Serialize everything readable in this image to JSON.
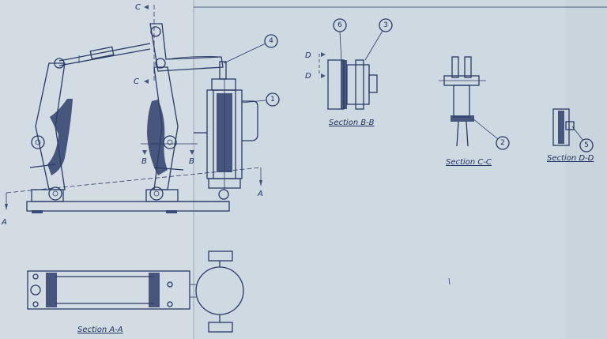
{
  "drawing": {
    "paper_color": "#cfd9e2",
    "line_color": "#2a3a66",
    "section_labels": {
      "aa": "Section A-A",
      "bb": "Section B-B",
      "cc": "Section C-C",
      "dd": "Section D-D"
    },
    "balloons": [
      "1",
      "2",
      "3",
      "4",
      "5",
      "6"
    ],
    "cut_letters": {
      "a_left": "A",
      "a_right": "A",
      "b_left": "B",
      "b_right": "B",
      "c_top": "C",
      "c_bottom": "C",
      "d_top": "D",
      "d_bottom": "D"
    }
  }
}
